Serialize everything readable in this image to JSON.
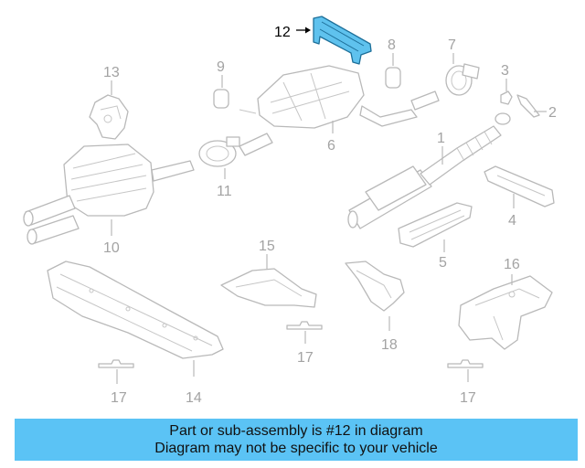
{
  "diagram": {
    "callouts": {
      "c1": "1",
      "c2": "2",
      "c3": "3",
      "c4": "4",
      "c5": "5",
      "c6": "6",
      "c7": "7",
      "c8": "8",
      "c9": "9",
      "c10": "10",
      "c11": "11",
      "c12": "12",
      "c13": "13",
      "c14": "14",
      "c15": "15",
      "c16": "16",
      "c17a": "17",
      "c17b": "17",
      "c17c": "17",
      "c18": "18"
    },
    "highlighted_part": "12",
    "colors": {
      "highlight_fill": "#5fc2ee",
      "line_gray": "#b9b9b9",
      "banner": "#5bc3f5"
    }
  },
  "banner": {
    "line1": "Part or sub-assembly is #12 in diagram",
    "line2": "Diagram may not be specific to your vehicle"
  }
}
